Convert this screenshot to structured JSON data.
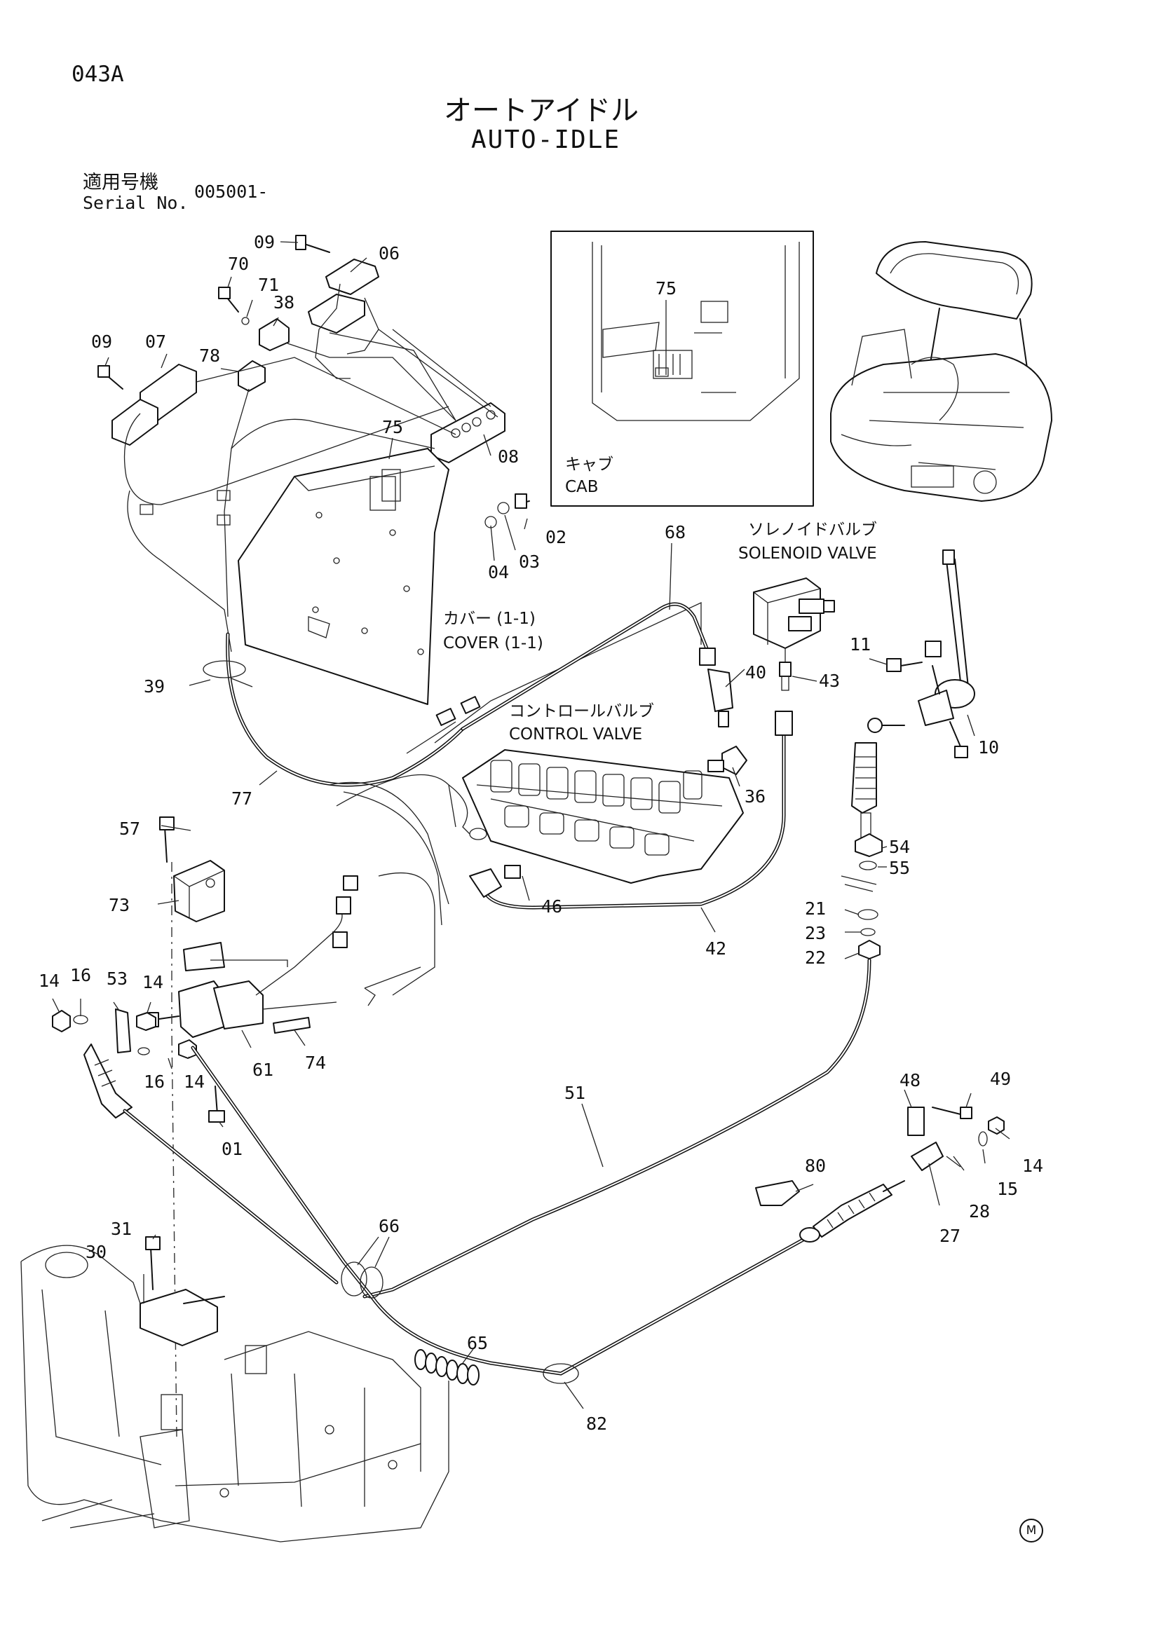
{
  "header": {
    "page_code": "043A",
    "title_jp": "オートアイドル",
    "title_en": "AUTO-IDLE",
    "serial_label_jp": "適用号機",
    "serial_label_en": "Serial No.",
    "serial_value": "005001-"
  },
  "notes": {
    "cab_jp": "キャブ",
    "cab_en": "CAB",
    "solenoid_jp": "ソレノイドバルブ",
    "solenoid_en": "SOLENOID VALVE",
    "cover_jp": "カバー (1-1)",
    "cover_en": "COVER (1-1)",
    "control_jp": "コントロールバルブ",
    "control_en": "CONTROL VALVE"
  },
  "callouts": [
    "09",
    "06",
    "70",
    "71",
    "38",
    "09",
    "07",
    "78",
    "75",
    "08",
    "02",
    "03",
    "04",
    "75",
    "68",
    "40",
    "43",
    "11",
    "10",
    "39",
    "36",
    "77",
    "57",
    "54",
    "55",
    "73",
    "46",
    "21",
    "23",
    "22",
    "42",
    "14",
    "16",
    "53",
    "14",
    "61",
    "74",
    "16",
    "14",
    "01",
    "51",
    "48",
    "49",
    "14",
    "15",
    "80",
    "28",
    "27",
    "31",
    "66",
    "30",
    "65",
    "82"
  ],
  "footer": {
    "mark": "M"
  }
}
